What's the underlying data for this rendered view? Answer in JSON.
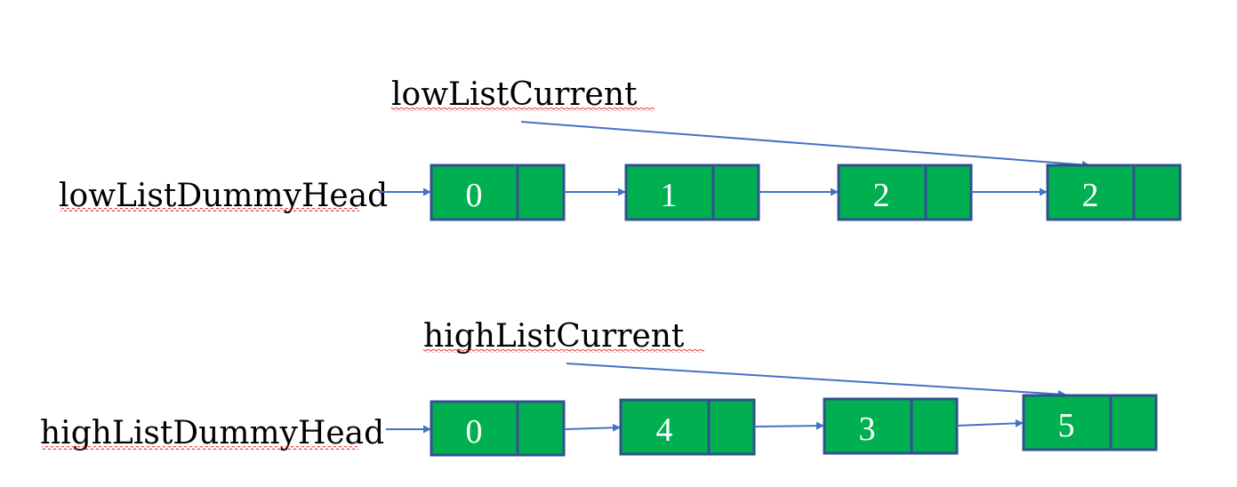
{
  "low_list": {
    "head_label": "lowListDummyHead",
    "current_label": "lowListCurrent",
    "nodes": [
      "0",
      "1",
      "2",
      "2"
    ]
  },
  "high_list": {
    "head_label": "highListDummyHead",
    "current_label": "highListCurrent",
    "nodes": [
      "0",
      "4",
      "3",
      "5"
    ]
  },
  "colors": {
    "node_fill": "#00b050",
    "node_border": "#2f528f",
    "arrow": "#4472c4",
    "spellcheck_underline": "#e02020"
  }
}
